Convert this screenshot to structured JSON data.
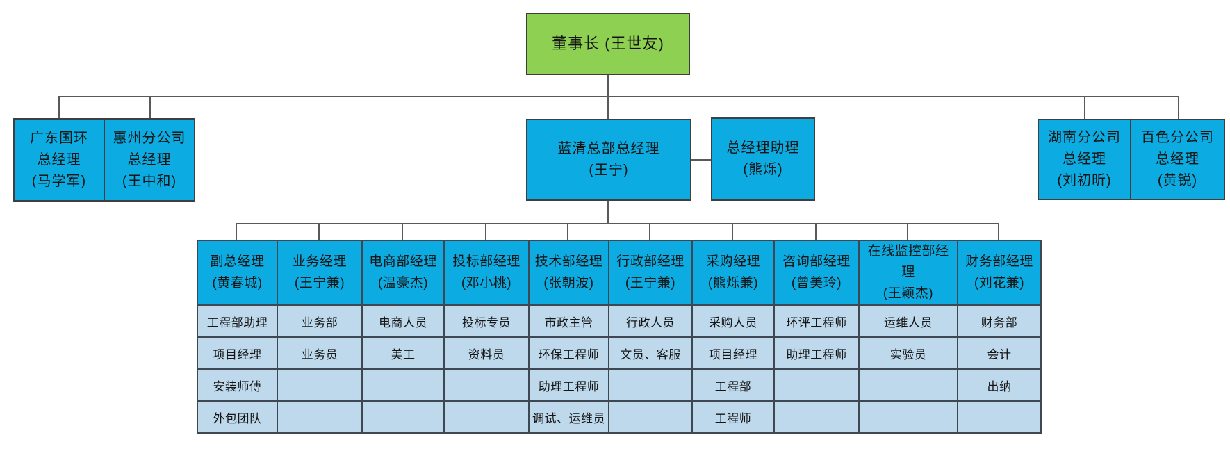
{
  "colors": {
    "chairman_fill": "#8ed052",
    "node_fill": "#0cabe2",
    "cell_fill": "#bed8ec",
    "border": "#3f3f3f",
    "connector": "#595959"
  },
  "chairman": {
    "label": "董事长 (王世友)"
  },
  "level2": [
    {
      "label": "广东国环\n总经理\n(马学军)"
    },
    {
      "label": "惠州分公司\n总经理\n(王中和)"
    },
    {
      "label": "蓝清总部总经理\n(王宁)"
    },
    {
      "label": "总经理助理\n(熊烁)"
    },
    {
      "label": "湖南分公司\n总经理\n(刘初昕)"
    },
    {
      "label": "百色分公司\n总经理\n(黄锐)"
    }
  ],
  "table": {
    "columns": [
      {
        "header": "副总经理\n(黄春城)"
      },
      {
        "header": "业务经理\n(王宁兼)"
      },
      {
        "header": "电商部经理\n(温豪杰)"
      },
      {
        "header": "投标部经理\n(邓小桃)"
      },
      {
        "header": "技术部经理\n(张朝波)"
      },
      {
        "header": "行政部经理\n(王宁兼)"
      },
      {
        "header": "采购经理\n(熊烁兼)"
      },
      {
        "header": "咨询部经理\n(曾美玲)"
      },
      {
        "header": "在线监控部经理\n(王颖杰)"
      },
      {
        "header": "财务部经理\n(刘花兼)"
      }
    ],
    "rows": [
      [
        "工程部助理",
        "业务部",
        "电商人员",
        "投标专员",
        "市政主管",
        "行政人员",
        "采购人员",
        "环评工程师",
        "运维人员",
        "财务部"
      ],
      [
        "项目经理",
        "业务员",
        "美工",
        "资料员",
        "环保工程师",
        "文员、客服",
        "项目经理",
        "助理工程师",
        "实验员",
        "会计"
      ],
      [
        "安装师傅",
        "",
        "",
        "",
        "助理工程师",
        "",
        "工程部",
        "",
        "",
        "出纳"
      ],
      [
        "外包团队",
        "",
        "",
        "",
        "调试、运维员",
        "",
        "工程师",
        "",
        "",
        ""
      ]
    ]
  }
}
